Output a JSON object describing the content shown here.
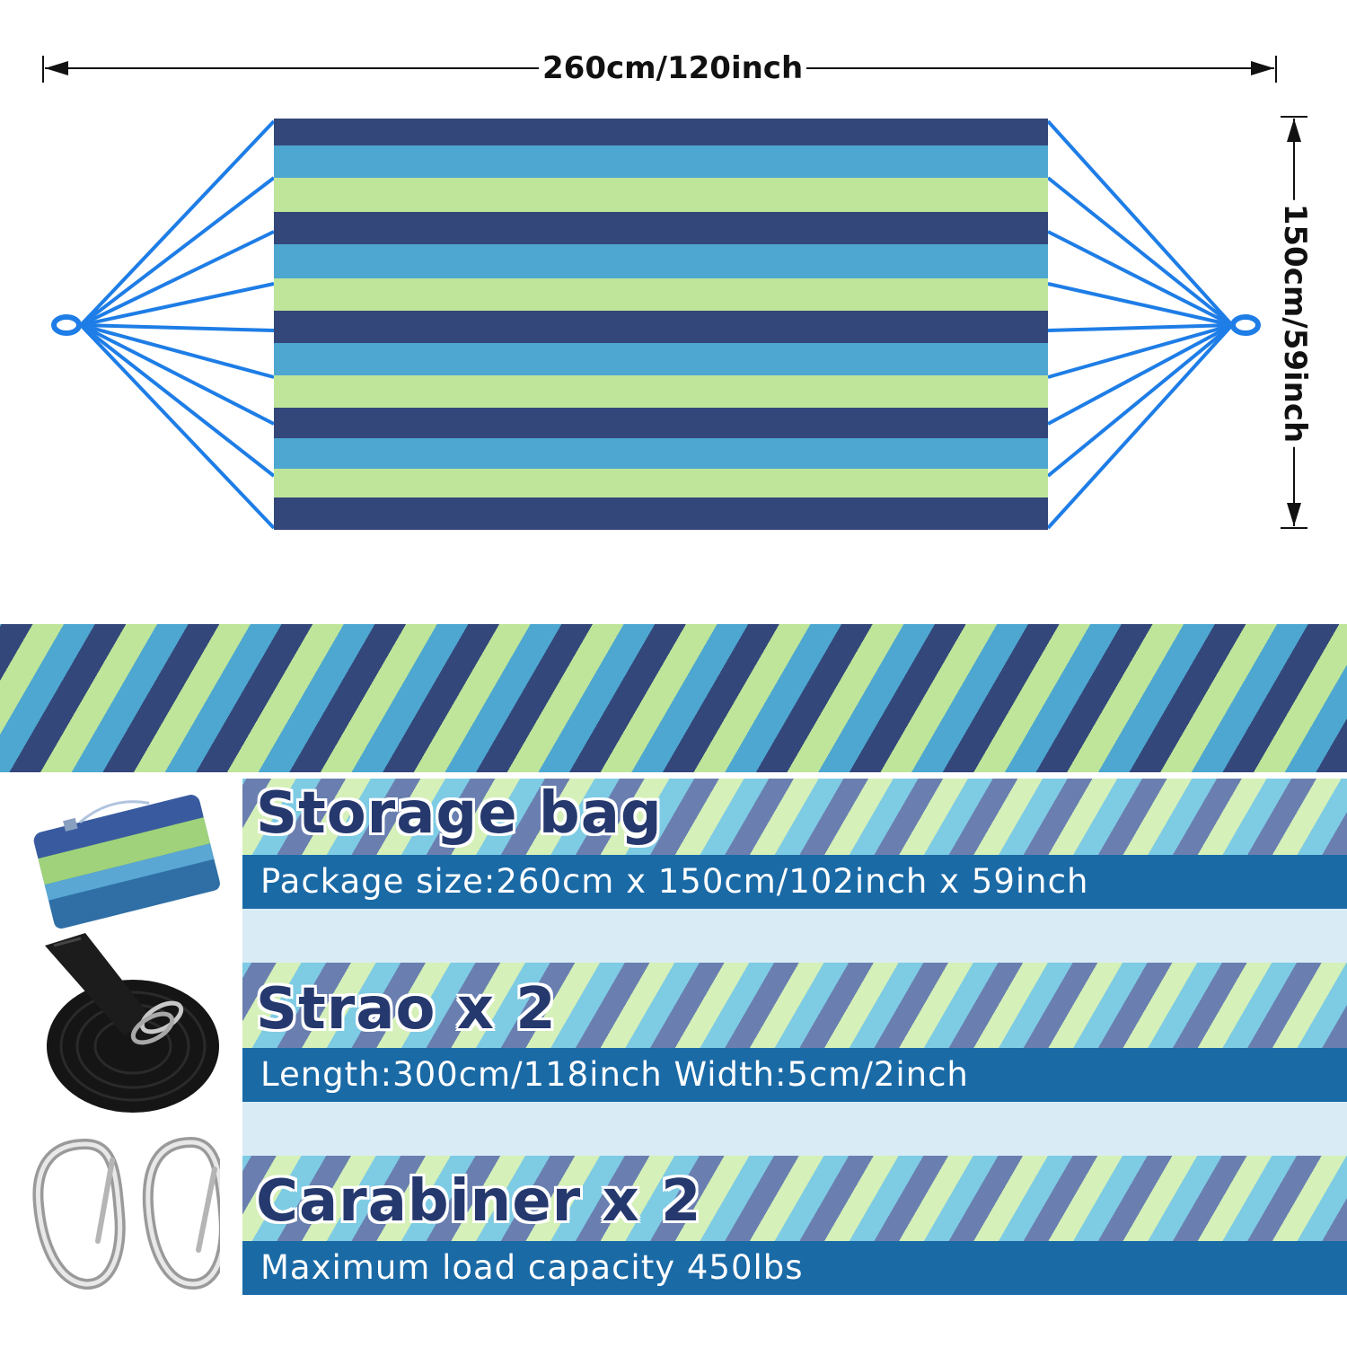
{
  "hammock": {
    "width_label": "260cm/120inch",
    "height_label": "150cm/59inch",
    "colors": {
      "navy": "#34477a",
      "sky": "#4ea7d0",
      "lime": "#bfe59a",
      "rope": "#1e7de6"
    }
  },
  "accessories": [
    {
      "title": "Storage bag",
      "description": "Package size:260cm x 150cm/102inch x 59inch",
      "icon": "storage-bag-icon"
    },
    {
      "title": "Strao x 2",
      "description": "Length:300cm/118inch Width:5cm/2inch",
      "icon": "strap-icon"
    },
    {
      "title": "Carabiner x 2",
      "description": "Maximum load capacity 450lbs",
      "icon": "carabiner-icon"
    }
  ]
}
